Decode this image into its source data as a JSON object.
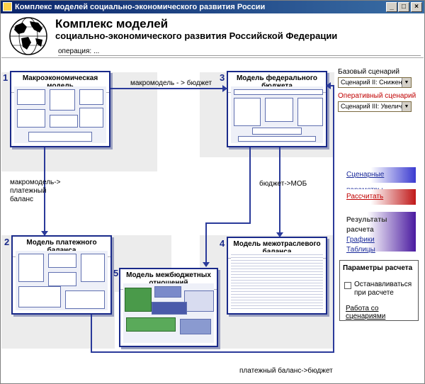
{
  "window": {
    "title": "Комплекс моделей социально-экономического развития России"
  },
  "header": {
    "title1": "Комплекс моделей",
    "title2": "социально-экономического развития Российской Федерации",
    "operation_label": "операция:",
    "operation_value": "..."
  },
  "models": [
    {
      "num": "1",
      "title": "Макроэкономическая модель"
    },
    {
      "num": "2",
      "title": "Модель платежного баланса"
    },
    {
      "num": "3",
      "title": "Модель федерального бюджета"
    },
    {
      "num": "4",
      "title": "Модель межотраслевого баланса"
    },
    {
      "num": "5",
      "title": "Модель межбюджетных отношений"
    }
  ],
  "arrows": {
    "macro_budget": "макромодель - > бюджет",
    "macro_payment": "макромодель->\nплатежный\nбаланс",
    "budget_mob": "бюджет->МОБ",
    "payment_budget": "платежный баланс->бюджет"
  },
  "sidebar": {
    "base_label": "Базовый сценарий",
    "base_value": "Сценарий II: Снижение це",
    "oper_label": "Оперативный сценарий",
    "oper_value": "Сценарий III: Увеличение",
    "scenario_params": "Сценарные параметры",
    "calculate": "Рассчитать",
    "results_title": "Результаты расчета",
    "charts": "Графики",
    "tables": "Таблицы",
    "params_title": "Параметры расчета",
    "stop_label": "Останавливаться при расчете",
    "scenarios_work": "Работа со сценариями"
  },
  "colors": {
    "accent_blue": "#1a2a8a",
    "accent_red": "#c00000"
  }
}
